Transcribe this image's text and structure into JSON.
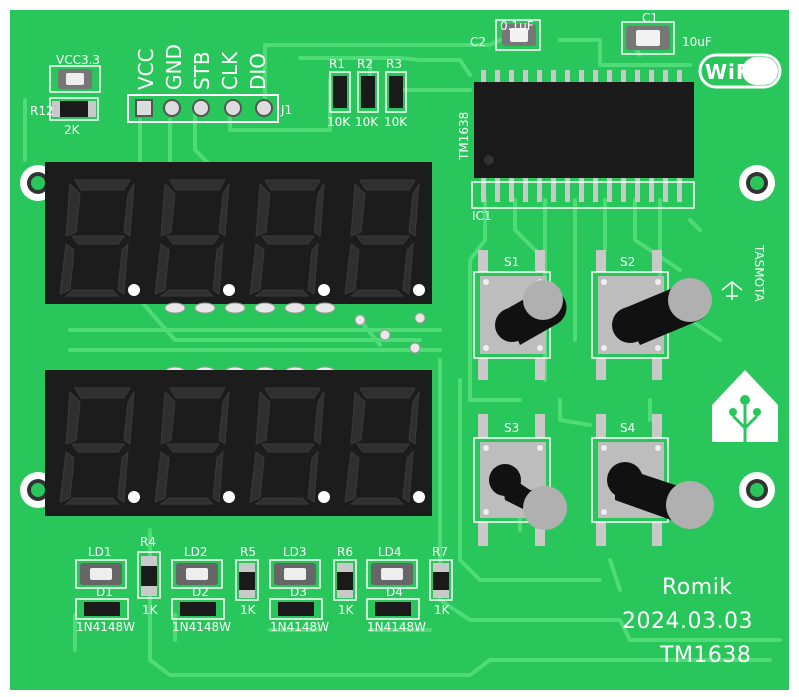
{
  "board": {
    "colors": {
      "pcb": "#29c65b",
      "trace": "#4fdc77",
      "silk": "#ffffff",
      "display_body": "#1c1c1c",
      "segment": "#2f2f2f",
      "dp": "#ffffff",
      "ic_body": "#1a1a1a",
      "button_cap": "#111111",
      "pad": "#c9c9c9"
    },
    "header": {
      "pin_labels": [
        "VCC",
        "GND",
        "STB",
        "CLK",
        "DIO"
      ],
      "ref": "J1"
    },
    "resistors_top": [
      {
        "ref": "R1",
        "value": "10K"
      },
      {
        "ref": "R2",
        "value": "10K"
      },
      {
        "ref": "R3",
        "value": "10K"
      }
    ],
    "capacitors": [
      {
        "ref": "C2",
        "value": "0.1uF"
      },
      {
        "ref": "C1",
        "value": "10uF"
      }
    ],
    "ic": {
      "label": "TM1638",
      "ref": "IC1"
    },
    "power": {
      "label": "VCC3.3",
      "resistor_ref": "R12",
      "resistor_value": "2K"
    },
    "displays": {
      "top_digits": 4,
      "bottom_digits": 4
    },
    "buttons": [
      "S1",
      "S2",
      "S3",
      "S4"
    ],
    "leds": [
      {
        "ref": "LD1",
        "diode": "D1",
        "diode_value": "1N4148W",
        "resistor": "R4",
        "resistor_value": "1K"
      },
      {
        "ref": "LD2",
        "diode": "D2",
        "diode_value": "1N4148W",
        "resistor": "R5",
        "resistor_value": "1K"
      },
      {
        "ref": "LD3",
        "diode": "D3",
        "diode_value": "1N4148W",
        "resistor": "R6",
        "resistor_value": "1K"
      },
      {
        "ref": "LD4",
        "diode": "D4",
        "diode_value": "1N4148W",
        "resistor": "R7",
        "resistor_value": "1K"
      }
    ],
    "logos": {
      "wifi": "WiFi",
      "tasmota": "TASMOTA"
    },
    "credits": {
      "author": "Romik",
      "date": "2024.03.03",
      "chip": "TM1638"
    }
  }
}
